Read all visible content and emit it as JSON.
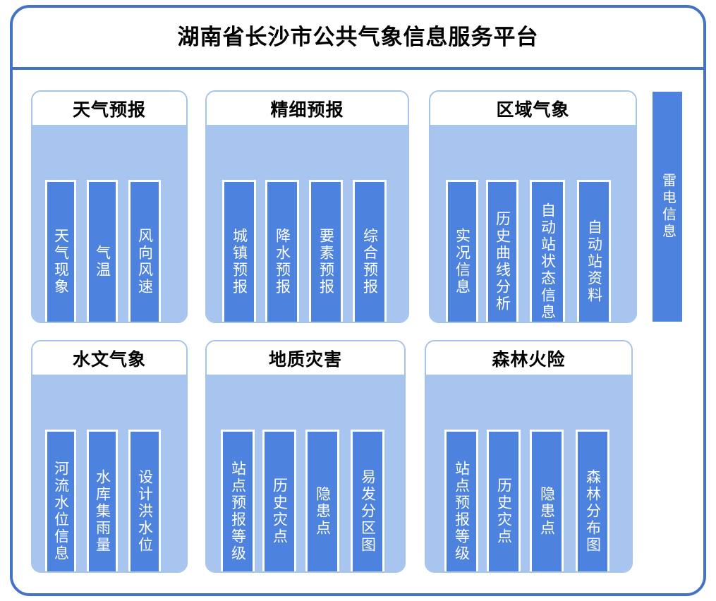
{
  "title": "湖南省长沙市公共气象信息服务平台",
  "panels": [
    {
      "id": "weather-forecast",
      "header": "天气预报",
      "items": [
        {
          "label": "天气现象"
        },
        {
          "label": "气温"
        },
        {
          "label": "风向风速"
        }
      ]
    },
    {
      "id": "fine-forecast",
      "header": "精细预报",
      "items": [
        {
          "label": "城镇预报"
        },
        {
          "label": "降水预报"
        },
        {
          "label": "要素预报"
        },
        {
          "label": "综合预报"
        }
      ]
    },
    {
      "id": "regional-meteorology",
      "header": "区域气象",
      "items": [
        {
          "label": "实况信息"
        },
        {
          "label": "历史曲线分析"
        },
        {
          "label": "自动站状态信息"
        },
        {
          "label": "自动站资料"
        }
      ]
    },
    {
      "id": "hydro-meteorology",
      "header": "水文气象",
      "items": [
        {
          "label": "河流水位信息"
        },
        {
          "label": "水库集雨量"
        },
        {
          "label": "设计洪水位"
        }
      ]
    },
    {
      "id": "geological-disaster",
      "header": "地质灾害",
      "items": [
        {
          "label": "站点预报等级"
        },
        {
          "label": "历史灾点"
        },
        {
          "label": "隐患点"
        },
        {
          "label": "易发分区图"
        }
      ]
    },
    {
      "id": "forest-fire-risk",
      "header": "森林火险",
      "items": [
        {
          "label": "站点预报等级"
        },
        {
          "label": "历史灾点"
        },
        {
          "label": "隐患点"
        },
        {
          "label": "森林分布图"
        }
      ]
    }
  ],
  "standalone": {
    "id": "lightning-info",
    "label": "雷电信息"
  },
  "colors": {
    "frame_border": "#4472C4",
    "panel_border": "#A6C3E8",
    "panel_body": "#A8C5EF",
    "bar_fill": "#4E82DF",
    "bar_border": "#FFFFFF",
    "text_dark": "#000000",
    "text_light": "#FFFFFF"
  }
}
